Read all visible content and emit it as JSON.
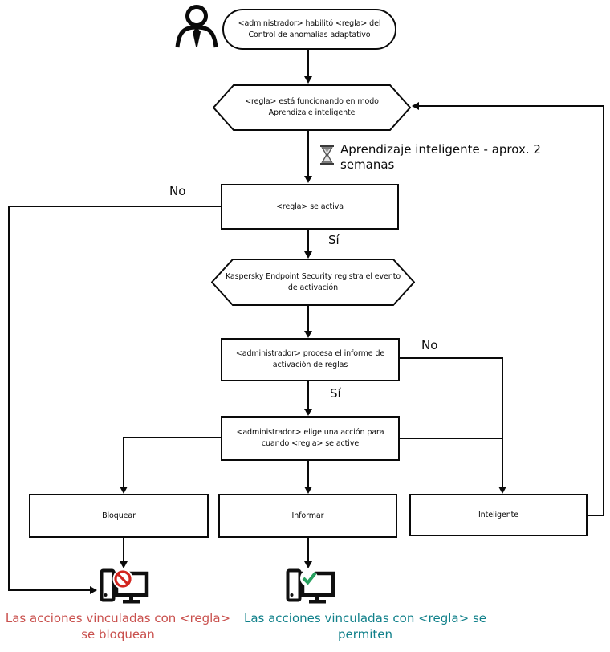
{
  "flow": {
    "start": "<administrador> habilitó <regla> del Control de anomalías adaptativo",
    "learning_mode": "<regla> está funcionando en modo Aprendizaje inteligente",
    "learning_note": "Aprendizaje inteligente - aprox. 2 semanas",
    "rule_triggers": "<regla> se activa",
    "event_logged": "Kaspersky Endpoint Security registra el evento de activación",
    "admin_processes_report": "<administrador> procesa el informe de activación de reglas",
    "admin_chooses_action": "<administrador> elige una acción para cuando <regla> se active",
    "actions": {
      "block": "Bloquear",
      "inform": "Informar",
      "smart": "Inteligente"
    }
  },
  "edge_labels": {
    "rule_not_triggered": "No",
    "rule_triggered": "Sí",
    "report_not_processed": "No",
    "report_processed": "Sí"
  },
  "outcomes": {
    "blocked": {
      "text": "Las acciones vinculadas con <regla> se bloquean",
      "color": "#c9504d"
    },
    "allowed": {
      "text": "Las acciones vinculadas con <regla> se permiten",
      "color": "#10808a"
    }
  },
  "colors": {
    "line": "#0a0a0a",
    "prohibition_red": "#d2251f",
    "check_green": "#27a05f"
  },
  "icons": {
    "person": "person-icon",
    "hourglass": "hourglass-icon",
    "blocked_computer": "blocked-computer-icon",
    "allowed_computer": "allowed-computer-icon"
  }
}
